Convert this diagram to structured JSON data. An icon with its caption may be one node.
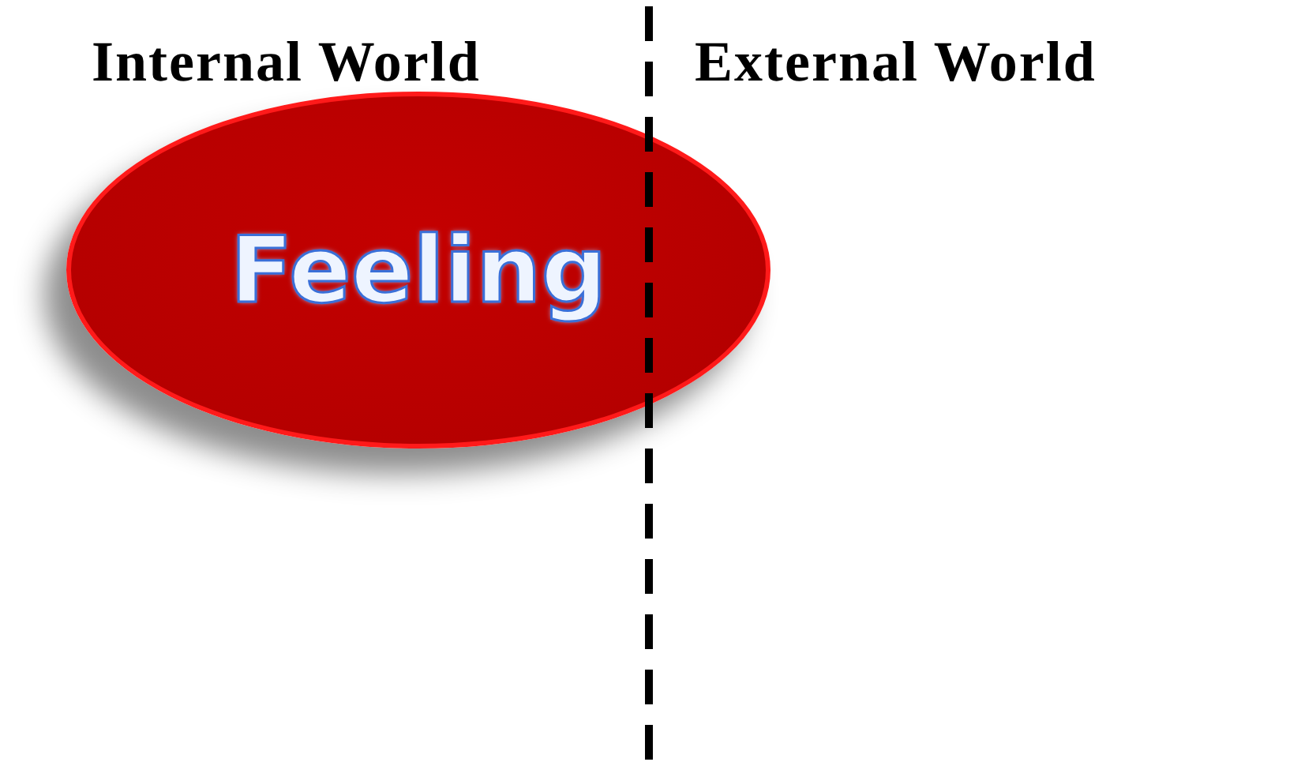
{
  "diagram": {
    "nodes": [
      {
        "text": [
          "Feeling"
        ]
      }
    ],
    "labels": [
      "Internal World",
      "External World"
    ]
  }
}
